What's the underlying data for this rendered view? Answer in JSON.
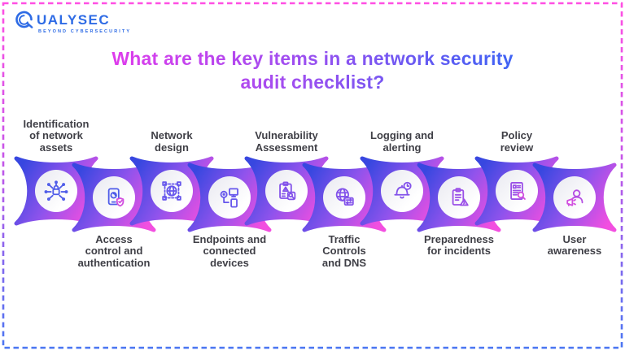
{
  "border": {
    "style": "dashed",
    "top_color": "#ff4fe3",
    "bottom_color": "#4a76f2"
  },
  "logo": {
    "brand": "QUALYSEC",
    "brand_rest": "UALYSEC",
    "tagline": "BEYOND CYBERSECURITY",
    "color": "#2e6be5"
  },
  "title": {
    "text": "What are the key items in a network security audit checklist?",
    "line1": "What are the key items in a network security",
    "line2": "audit checklist?",
    "gradient_from": "#df3cec",
    "gradient_mid": "#9b4ff0",
    "gradient_to": "#3e63f4"
  },
  "palette": {
    "badge_gradient_from": "#3847e0",
    "badge_gradient_mid": "#8f53ec",
    "badge_gradient_to": "#f24fe0",
    "label_color": "#3f3f46"
  },
  "badges": [
    {
      "label": "Identification\nof network\nassets",
      "icon": "network-assets-lock-icon",
      "label_position": "top"
    },
    {
      "label": "Access\ncontrol and\nauthentication",
      "icon": "phone-shield-auth-icon",
      "label_position": "bottom"
    },
    {
      "label": "Network\ndesign",
      "icon": "globe-nodes-icon",
      "label_position": "top"
    },
    {
      "label": "Endpoints and\nconnected\ndevices",
      "icon": "connected-devices-icon",
      "label_position": "bottom"
    },
    {
      "label": "Vulnerability\nAssessment",
      "icon": "checklist-warning-magnifier-icon",
      "label_position": "top"
    },
    {
      "label": "Traffic\nControls\nand DNS",
      "icon": "globe-transfer-icon",
      "label_position": "bottom"
    },
    {
      "label": "Logging and\nalerting",
      "icon": "bell-clock-icon",
      "label_position": "top"
    },
    {
      "label": "Preparedness\nfor incidents",
      "icon": "clipboard-warning-icon",
      "label_position": "bottom"
    },
    {
      "label": "Policy\nreview",
      "icon": "document-magnifier-icon",
      "label_position": "top"
    },
    {
      "label": "User\nawareness",
      "icon": "user-megaphone-icon",
      "label_position": "bottom"
    }
  ]
}
